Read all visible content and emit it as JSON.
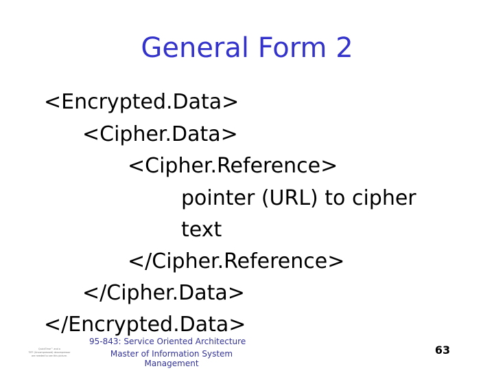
{
  "slide": {
    "title": "General Form 2",
    "lines": [
      "<Encrypted.Data>",
      "<Cipher.Data>",
      "<Cipher.Reference>",
      "pointer (URL) to cipher",
      "text",
      "</Cipher.Reference>",
      "</Cipher.Data>",
      "</Encrypted.Data>"
    ]
  },
  "footer": {
    "course": "95-843: Service Oriented Architecture",
    "program": "Master of Information System Management",
    "slide_number": "63"
  },
  "image_placeholder": {
    "line1": "QuickTime™ and a",
    "line2": "TIFF (Uncompressed) decompressor",
    "line3": "are needed to see this picture."
  }
}
